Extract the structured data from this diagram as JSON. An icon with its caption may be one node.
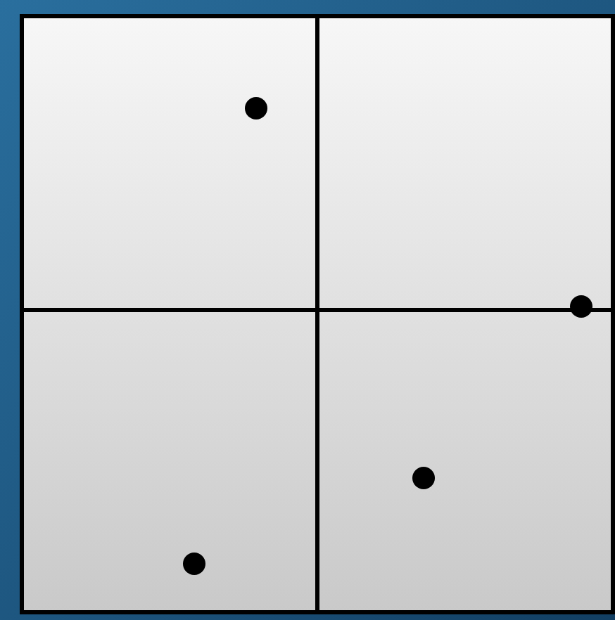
{
  "diagram": {
    "nodes": [
      {
        "text": [],
        "shape": "box"
      },
      {
        "text": [],
        "shape": "box"
      },
      {
        "text": [],
        "shape": "box"
      },
      {
        "text": [],
        "shape": "box"
      },
      {
        "text": [],
        "shape": "circle",
        "in": 0
      },
      {
        "text": [],
        "shape": "circle"
      },
      {
        "text": [],
        "shape": "circle",
        "in": 3
      },
      {
        "text": [],
        "shape": "circle",
        "in": 2
      }
    ]
  }
}
